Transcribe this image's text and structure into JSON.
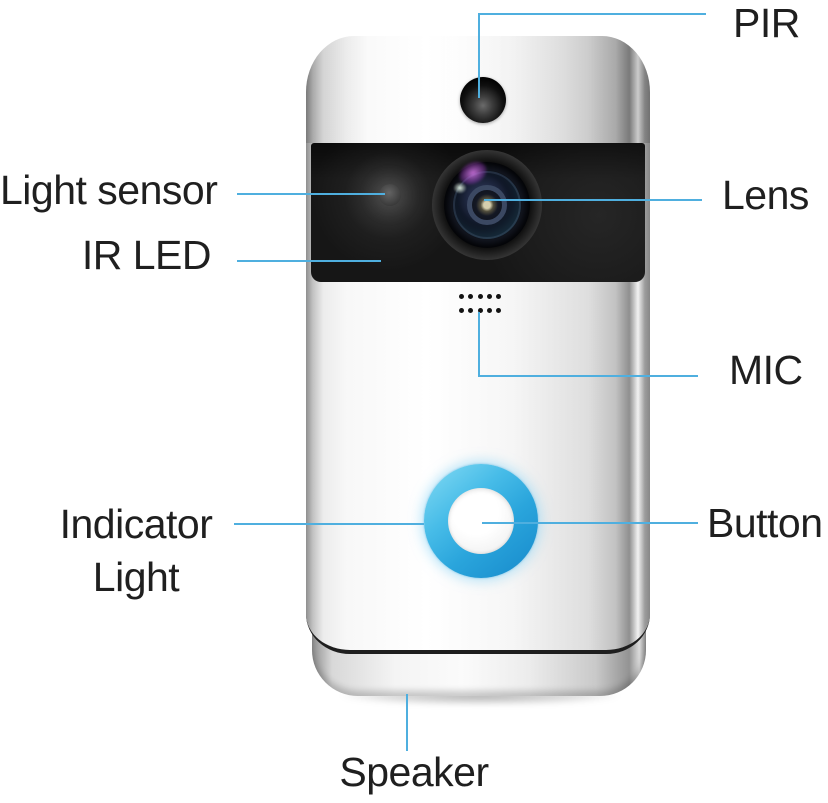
{
  "colors": {
    "background": "#ffffff",
    "callout-line": "#4fafdf",
    "label-text": "#1f1f1f",
    "indicator-ring-start": "#7cd7f2",
    "indicator-ring-end": "#1b90cf",
    "device-metal": "#f2f2f2",
    "camera-panel": "#161616"
  },
  "callouts": {
    "pir": {
      "label": "PIR"
    },
    "light_sensor": {
      "label": "Light sensor"
    },
    "ir_led": {
      "label": "IR LED"
    },
    "lens": {
      "label": "Lens"
    },
    "mic": {
      "label": "MIC"
    },
    "indicator_light": {
      "label_line1": "Indicator",
      "label_line2": "Light"
    },
    "button": {
      "label": "Button"
    },
    "speaker": {
      "label": "Speaker"
    }
  }
}
